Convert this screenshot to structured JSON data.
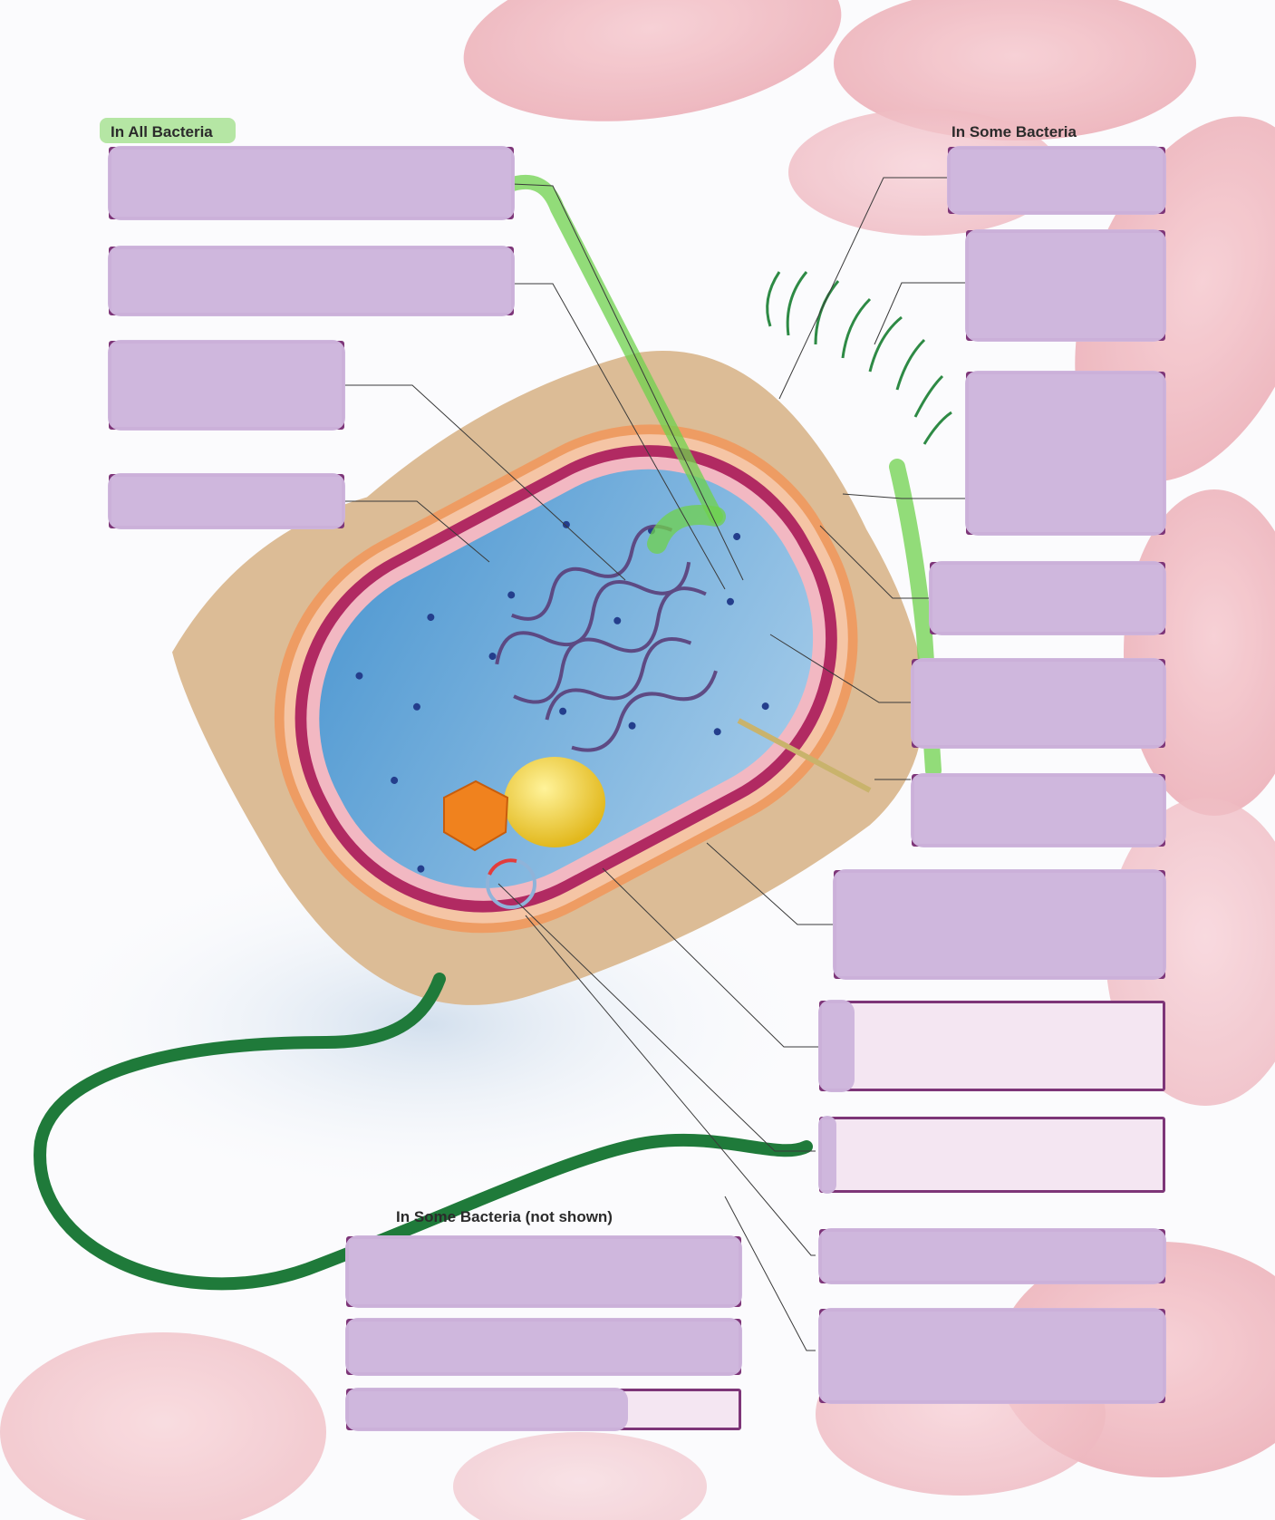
{
  "headings": {
    "all": "In All Bacteria",
    "some": "In Some Bacteria",
    "some_not_shown": "In Some Bacteria (not shown)"
  },
  "colors": {
    "box_border": "#7d3578",
    "box_fill": "#f4e6f2",
    "scribble": "#cdb5dc",
    "highlighter": "#6fd24c",
    "flagellum": "#1f7a3a",
    "cytoplasm": "#7fb6e0",
    "nucleoid": "#5a3f7a",
    "capsule": "#d9b893",
    "cell_wall": "#ea9b6a",
    "membrane": "#b42a63"
  },
  "icons": [
    "bacterium-illustration",
    "flagellum",
    "pili",
    "inclusion-granule",
    "microcompartment",
    "plasmid",
    "nucleoid"
  ],
  "label_boxes": {
    "all_bacteria": [
      "",
      "",
      "",
      ""
    ],
    "some_bacteria": [
      "",
      "",
      "",
      "",
      "",
      "",
      "",
      "",
      "",
      "",
      ""
    ],
    "not_shown": [
      "",
      "",
      ""
    ]
  }
}
